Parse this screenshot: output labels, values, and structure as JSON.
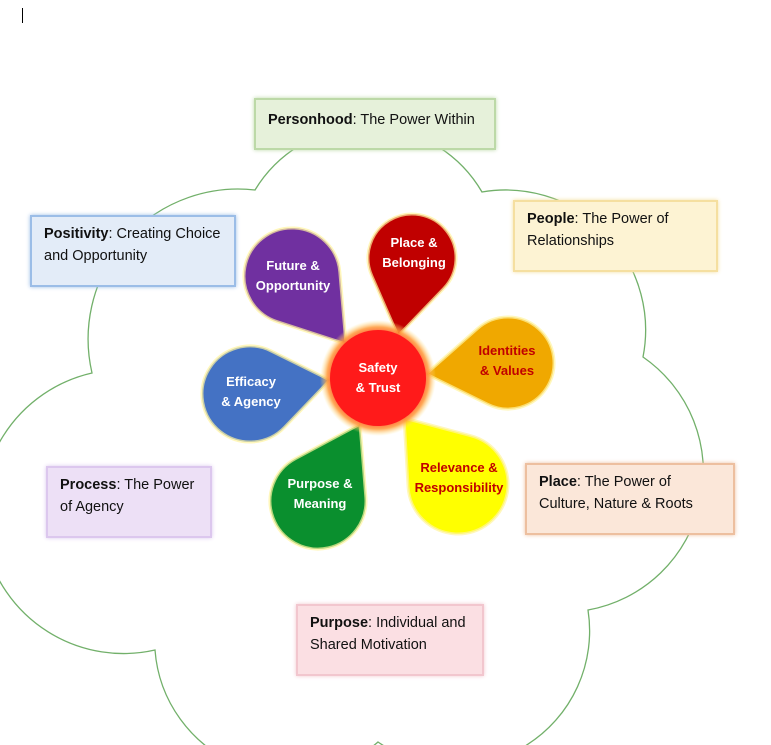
{
  "colors": {
    "outline": "#72b06a",
    "center": "#ff1a1a",
    "glow": "#fff3a0"
  },
  "labels": [
    {
      "key": "Personhood",
      "text": ": The Power Within",
      "fill": "#e6f1da",
      "border": "#bcd9a7"
    },
    {
      "key": "People",
      "text": ": The Power of Relationships",
      "fill": "#fdf3d3",
      "border": "#f5dfa0"
    },
    {
      "key": "Positivity",
      "text": ": Creating Choice and Opportunity",
      "fill": "#e3ecf8",
      "border": "#9bbde7"
    },
    {
      "key": "Place",
      "text": ": The Power of Culture, Nature & Roots",
      "fill": "#fbe7d9",
      "border": "#edbf9f"
    },
    {
      "key": "Process",
      "text": ": The Power of Agency",
      "fill": "#ede0f6",
      "border": "#dcc7ee"
    },
    {
      "key": "Purpose",
      "text": ": Individual and Shared Motivation",
      "fill": "#fbdfe3",
      "border": "#f2c6ce"
    }
  ],
  "center": {
    "line1": "Safety",
    "line2": "& Trust"
  },
  "petals": [
    {
      "line1": "Place &",
      "line2": "Belonging",
      "color": "#c00000",
      "text_color": "#ffffff"
    },
    {
      "line1": "Future &",
      "line2": "Opportunity",
      "color": "#7030a0",
      "text_color": "#ffffff"
    },
    {
      "line1": "Identities",
      "line2": "& Values",
      "color": "#f0a800",
      "text_color": "#c00000"
    },
    {
      "line1": "Efficacy",
      "line2": "& Agency",
      "color": "#4472c4",
      "text_color": "#ffffff"
    },
    {
      "line1": "Purpose &",
      "line2": "Meaning",
      "color": "#0a8f2e",
      "text_color": "#ffffff"
    },
    {
      "line1": "Relevance &",
      "line2": "Responsibility",
      "color": "#ffff00",
      "text_color": "#c00000"
    }
  ]
}
